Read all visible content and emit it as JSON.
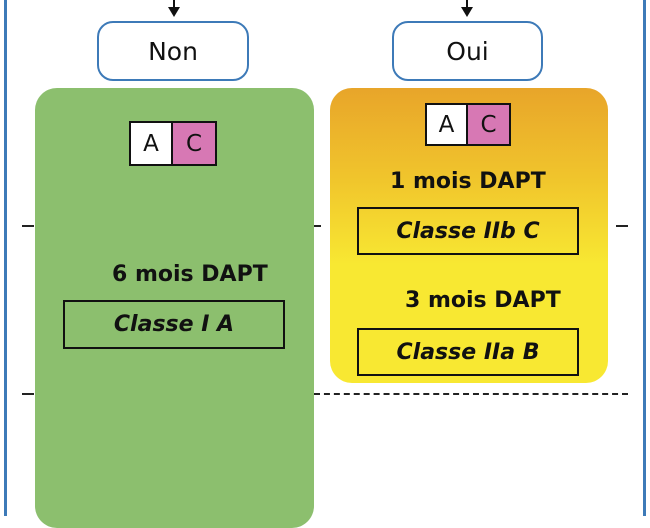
{
  "colors": {
    "frame": "#3d7ab8",
    "pill_border": "#3d7ab8",
    "non_panel": "#8cbf6e",
    "oui_panel_top": "#e8a52a",
    "oui_panel_bottom": "#f8e832",
    "code_c": "#d778b4"
  },
  "branches": {
    "non": {
      "label": "Non",
      "code_a": "A",
      "code_c": "C",
      "duration": "6 mois DAPT",
      "class": "Classe I A"
    },
    "oui": {
      "label": "Oui",
      "code_a": "A",
      "code_c": "C",
      "duration_1": "1 mois DAPT",
      "class_1": "Classe IIb C",
      "duration_2": "3 mois DAPT",
      "class_2": "Classe IIa B"
    }
  }
}
